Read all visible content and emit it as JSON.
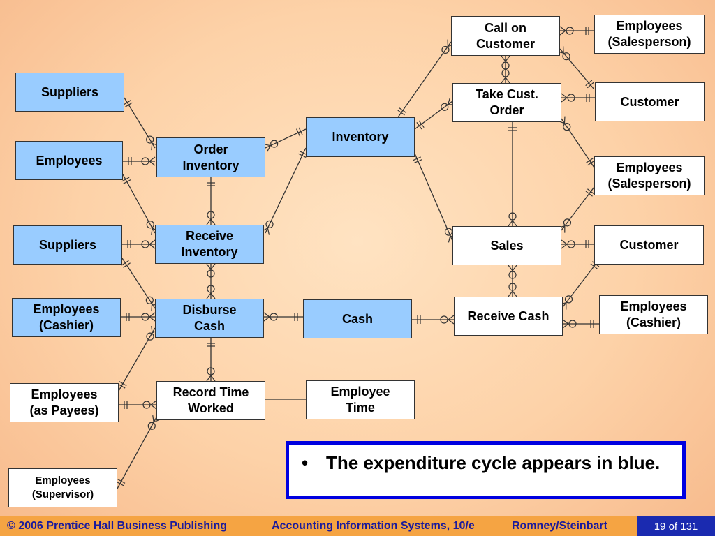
{
  "entities": {
    "suppliers_top": "Suppliers",
    "employees_left": "Employees",
    "order_inventory": "Order\nInventory",
    "inventory": "Inventory",
    "suppliers_mid": "Suppliers",
    "receive_inventory": "Receive\nInventory",
    "employees_cashier_left": "Employees\n(Cashier)",
    "disburse_cash": "Disburse\nCash",
    "cash": "Cash",
    "employees_payees": "Employees\n(as Payees)",
    "record_time_worked": "Record Time\nWorked",
    "employee_time": "Employee\nTime",
    "employees_supervisor": "Employees\n(Supervisor)",
    "call_on_customer": "Call on\nCustomer",
    "employees_salesperson_top": "Employees\n(Salesperson)",
    "take_cust_order": "Take Cust.\nOrder",
    "customer_top": "Customer",
    "employees_salesperson_mid": "Employees\n(Salesperson)",
    "sales": "Sales",
    "customer_mid": "Customer",
    "receive_cash": "Receive Cash",
    "employees_cashier_right": "Employees\n(Cashier)"
  },
  "colors": {
    "expenditure_fill": "#99ccff",
    "other_fill": "#ffffff",
    "note_border": "#0000e0",
    "footer_bg": "#f5a443",
    "footer_text": "#1a1a9c",
    "slide_num_bg": "#1a2ab0"
  },
  "note": {
    "bullet": "•",
    "text": "The expenditure cycle appears in blue."
  },
  "footer": {
    "copyright": "© 2006 Prentice Hall Business Publishing",
    "book": "Accounting Information Systems, 10/e",
    "authors": "Romney/Steinbart",
    "slide_number": "19 of 131"
  }
}
